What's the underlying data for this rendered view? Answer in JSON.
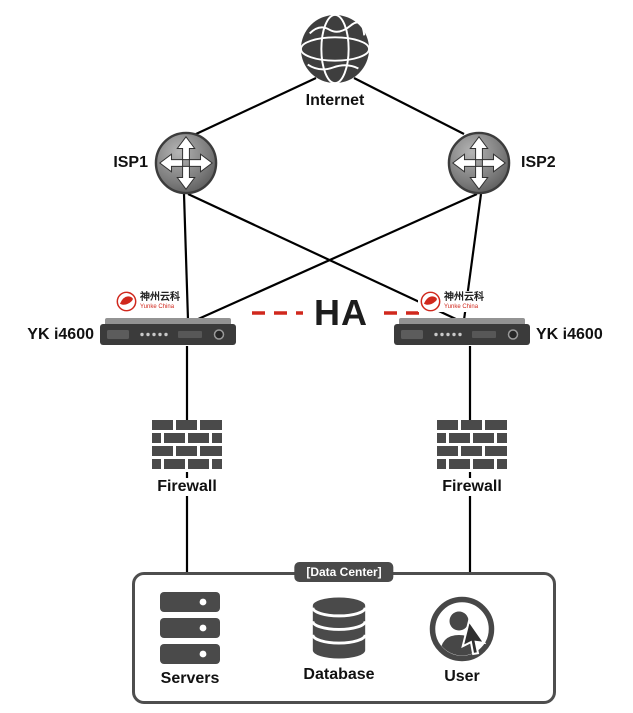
{
  "nodes": {
    "internet": {
      "label": "Internet"
    },
    "isp1": {
      "label": "ISP1"
    },
    "isp2": {
      "label": "ISP2"
    },
    "yk_left": {
      "label": "YK i4600"
    },
    "yk_right": {
      "label": "YK i4600"
    },
    "firewall_left": {
      "label": "Firewall"
    },
    "firewall_right": {
      "label": "Firewall"
    },
    "datacenter": {
      "label": "[Data Center]"
    },
    "servers": {
      "label": "Servers"
    },
    "database": {
      "label": "Database"
    },
    "user": {
      "label": "User"
    }
  },
  "ha_link": {
    "label": "HA",
    "style": "red-dashed"
  },
  "vendor_logo": {
    "name_cn": "神州云科",
    "name_en": "Yunke China"
  },
  "colors": {
    "line": "#000000",
    "ha_line": "#d0281d",
    "icon_gray": "#4a4a4a",
    "logo_red": "#d0281d",
    "badge_bg": "#4a4a4a"
  },
  "edges": [
    {
      "from": "internet",
      "to": "isp1",
      "style": "solid"
    },
    {
      "from": "internet",
      "to": "isp2",
      "style": "solid"
    },
    {
      "from": "isp1",
      "to": "yk_left",
      "style": "solid"
    },
    {
      "from": "isp1",
      "to": "yk_right",
      "style": "solid"
    },
    {
      "from": "isp2",
      "to": "yk_left",
      "style": "solid"
    },
    {
      "from": "isp2",
      "to": "yk_right",
      "style": "solid"
    },
    {
      "from": "yk_left",
      "to": "firewall_left",
      "style": "solid"
    },
    {
      "from": "firewall_left",
      "to": "datacenter",
      "style": "solid"
    },
    {
      "from": "yk_right",
      "to": "firewall_right",
      "style": "solid"
    },
    {
      "from": "firewall_right",
      "to": "datacenter",
      "style": "solid"
    },
    {
      "from": "yk_left",
      "to": "yk_right",
      "style": "red-dashed",
      "label": "HA"
    }
  ]
}
